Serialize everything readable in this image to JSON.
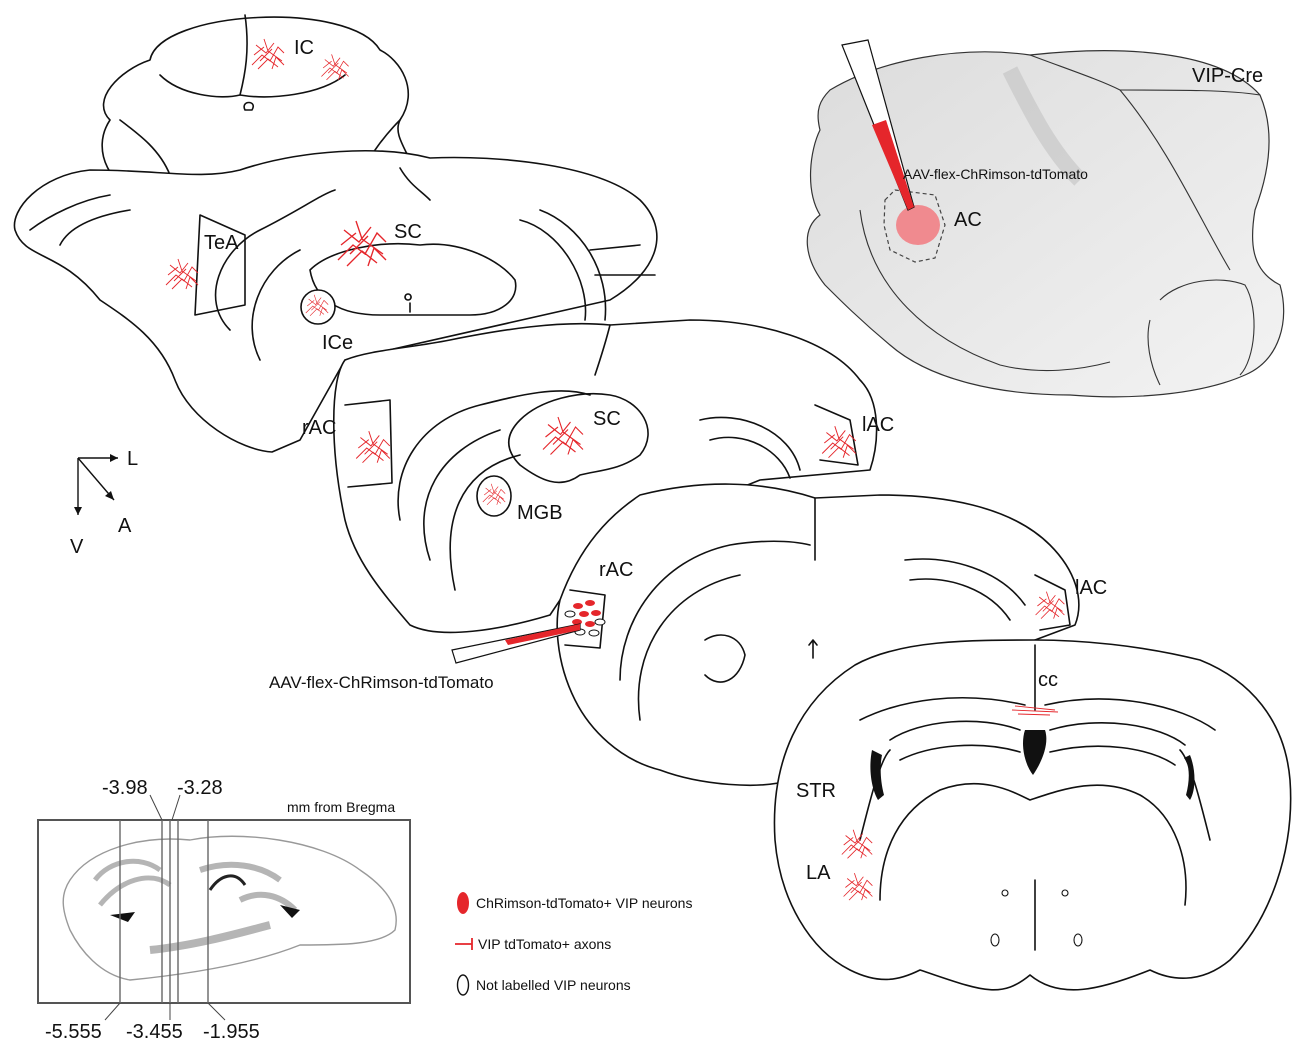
{
  "figure": {
    "regions": {
      "ic": "IC",
      "tea": "TeA",
      "sc_top": "SC",
      "ice": "ICe",
      "rac_1": "rAC",
      "sc_mid": "SC",
      "lac_1": "lAC",
      "mgb": "MGB",
      "rac_2": "rAC",
      "lac_2": "lAC",
      "cc": "cc",
      "str": "STR",
      "la": "LA",
      "ac": "AC"
    },
    "injection_label_main": "AAV-flex-ChRimson-tdTomato",
    "injection_label_inset": "AAV-flex-ChRimson-tdTomato",
    "strain": "VIP-Cre",
    "axes": {
      "lateral": "L",
      "ventral": "V",
      "anterior": "A"
    },
    "sagittal": {
      "unit_label": "mm from Bregma",
      "top_values": [
        "-3.98",
        "-3.28"
      ],
      "bottom_values": [
        "-5.555",
        "-3.455",
        "-1.955"
      ]
    },
    "legend": [
      {
        "key": "neurons_labelled",
        "label": "ChRimson-tdTomato+ VIP neurons",
        "color": "#e5262b"
      },
      {
        "key": "axons",
        "label": "VIP tdTomato+ axons",
        "color": "#e5262b"
      },
      {
        "key": "neurons_unlabelled",
        "label": "Not labelled VIP neurons",
        "color": "#111111"
      }
    ],
    "colors": {
      "label_red": "#e5262b",
      "outline": "#111111"
    }
  }
}
